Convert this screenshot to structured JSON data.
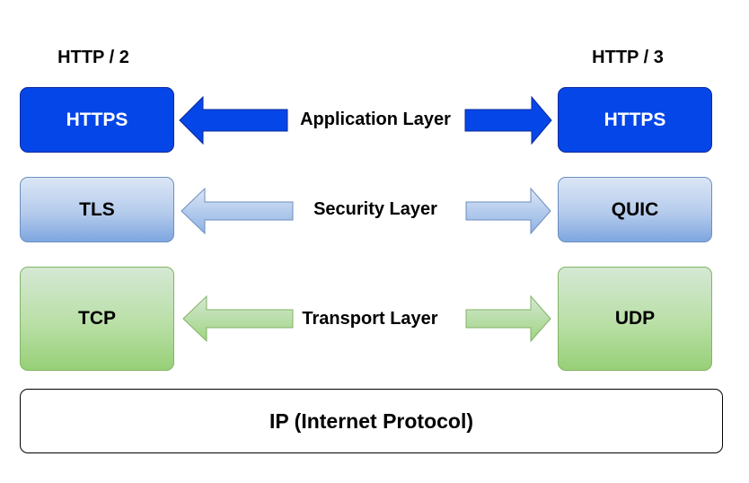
{
  "columns": {
    "left_title": "HTTP / 2",
    "right_title": "HTTP / 3"
  },
  "layers": {
    "application": {
      "label": "Application Layer",
      "left": "HTTPS",
      "right": "HTTPS"
    },
    "security": {
      "label": "Security Layer",
      "left": "TLS",
      "right": "QUIC"
    },
    "transport": {
      "label": "Transport Layer",
      "left": "TCP",
      "right": "UDP"
    }
  },
  "base": {
    "label": "IP (Internet Protocol)"
  },
  "colors": {
    "application_fill": "#0546e8",
    "security_fill": "#b5cbec",
    "transport_fill": "#b9dfa6"
  }
}
